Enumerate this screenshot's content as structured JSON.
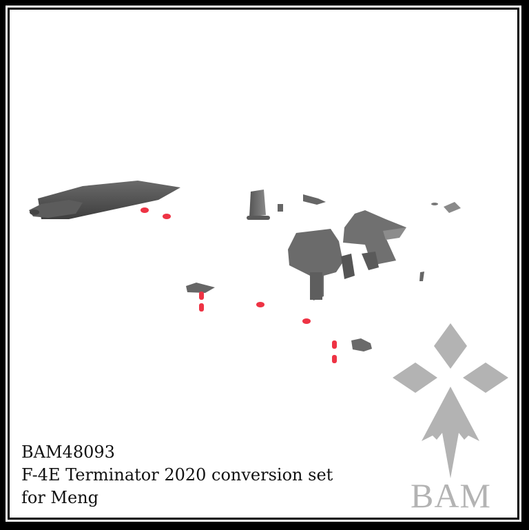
{
  "caption": {
    "product_code": "BAM48093",
    "title_line": "F-4E Terminator 2020 conversion set",
    "subtitle_line": "for Meng"
  },
  "logo": {
    "text": "BAM",
    "icon": "ermine-spot-logo-icon",
    "color": "#b3b3b3"
  },
  "render": {
    "part_color": "#5a5a5a",
    "highlight_color": "#ee3344",
    "background": "#ffffff",
    "border_color": "#000000"
  },
  "parts": [
    {
      "name": "fuselage-spine-part"
    },
    {
      "name": "tail-fin-part"
    },
    {
      "name": "small-bracket-part"
    },
    {
      "name": "curved-fairing-part"
    },
    {
      "name": "front-cockpit-tub-part"
    },
    {
      "name": "rear-cockpit-tub-part"
    },
    {
      "name": "small-disc-part"
    },
    {
      "name": "square-plate-part"
    },
    {
      "name": "small-tab-part"
    },
    {
      "name": "wedge-bracket-part"
    },
    {
      "name": "seat-mount-part"
    }
  ]
}
